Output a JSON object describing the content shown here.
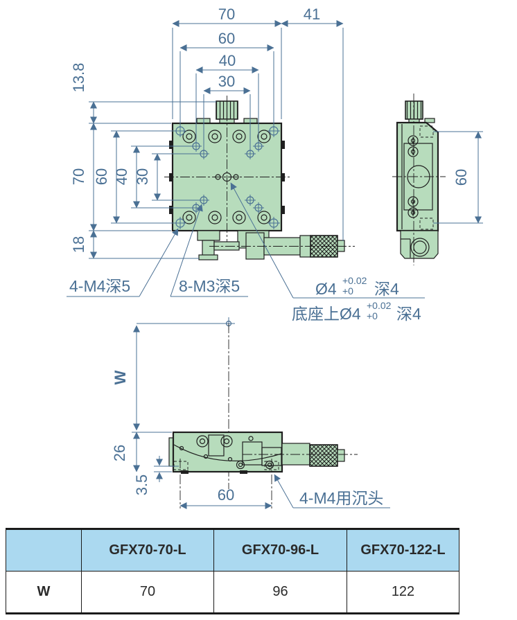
{
  "drawing_title": "GFX70 linear stage dimensional drawing",
  "colors": {
    "dimension_blue": "#4a7094",
    "body_green": "#b7dcbc",
    "outline_dark": "#1f1f1f",
    "table_header_blue": "#abd9f0"
  },
  "dims": {
    "top": {
      "overall_width": "70",
      "micrometer_length": "41",
      "holes_60": "60",
      "holes_40": "40",
      "holes_30": "30"
    },
    "left": {
      "knob_height": "13.8",
      "overall_height": "70",
      "holes_60": "60",
      "holes_40": "40",
      "holes_30": "30",
      "base_height": "18"
    },
    "side_view": {
      "holes_60": "60"
    },
    "bottom_view": {
      "length_w": "W",
      "body_height": "26",
      "hole_offset": "3.5",
      "holes_60": "60"
    }
  },
  "callouts": {
    "m4_tapped": "4-M4深5",
    "m3_tapped": "8-M3深5",
    "pin_hole": {
      "dia": "Ø4",
      "tol_upper": "+0.02",
      "tol_lower": "+0",
      "depth": "深4"
    },
    "pin_hole_base": {
      "dia": "底座上Ø4",
      "tol_upper": "+0.02",
      "tol_lower": "+0",
      "depth": "深4"
    },
    "counterbore": "4-M4用沉头"
  },
  "table": {
    "header": [
      "",
      "GFX70-70-L",
      "GFX70-96-L",
      "GFX70-122-L"
    ],
    "row_label": "W",
    "row_values": [
      "70",
      "96",
      "122"
    ]
  }
}
